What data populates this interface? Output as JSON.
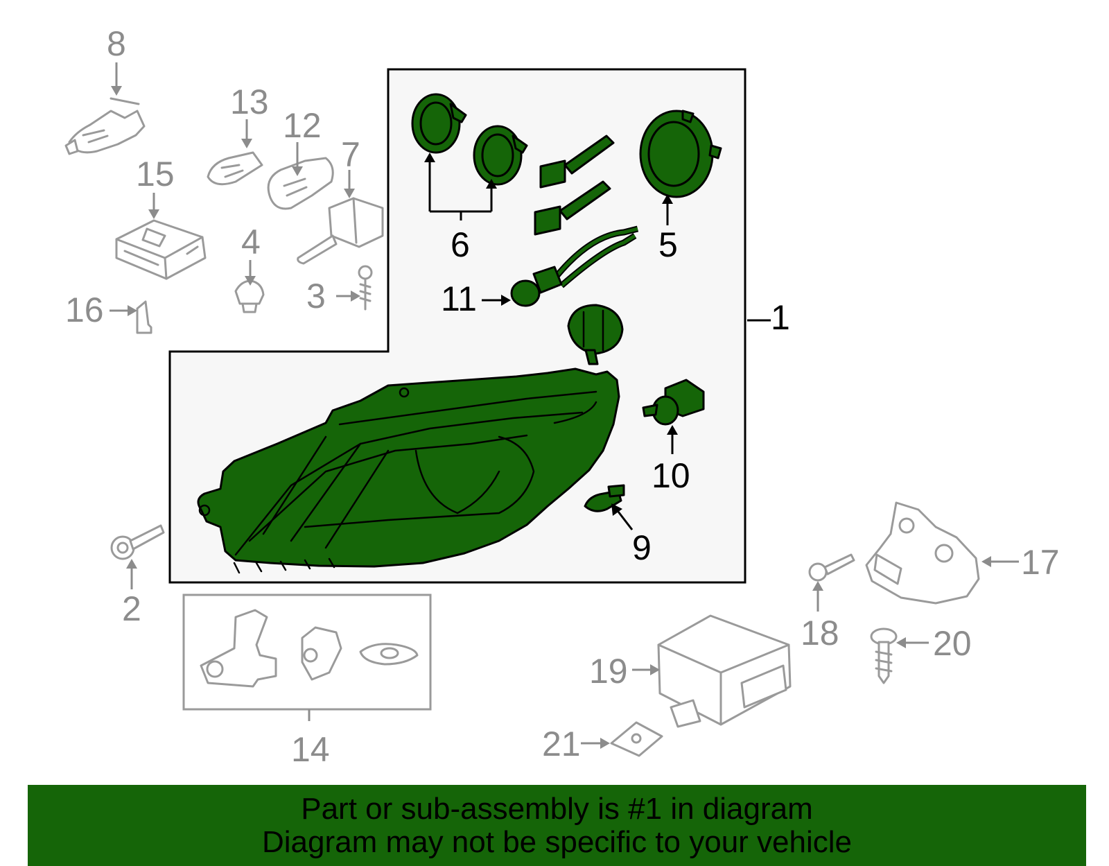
{
  "diagram": {
    "callouts": [
      {
        "id": "1",
        "text": "1"
      },
      {
        "id": "2",
        "text": "2"
      },
      {
        "id": "3",
        "text": "3"
      },
      {
        "id": "4",
        "text": "4"
      },
      {
        "id": "5",
        "text": "5"
      },
      {
        "id": "6",
        "text": "6"
      },
      {
        "id": "7",
        "text": "7"
      },
      {
        "id": "8",
        "text": "8"
      },
      {
        "id": "9",
        "text": "9"
      },
      {
        "id": "10",
        "text": "10"
      },
      {
        "id": "11",
        "text": "11"
      },
      {
        "id": "12",
        "text": "12"
      },
      {
        "id": "13",
        "text": "13"
      },
      {
        "id": "14",
        "text": "14"
      },
      {
        "id": "15",
        "text": "15"
      },
      {
        "id": "16",
        "text": "16"
      },
      {
        "id": "17",
        "text": "17"
      },
      {
        "id": "18",
        "text": "18"
      },
      {
        "id": "19",
        "text": "19"
      },
      {
        "id": "20",
        "text": "20"
      },
      {
        "id": "21",
        "text": "21"
      }
    ],
    "highlight_color": "#156508",
    "muted_color": "#8c8c8c"
  },
  "banner": {
    "line1": "Part or sub-assembly is #1 in diagram",
    "line2": "Diagram may not be specific to your vehicle",
    "background": "#156508"
  }
}
